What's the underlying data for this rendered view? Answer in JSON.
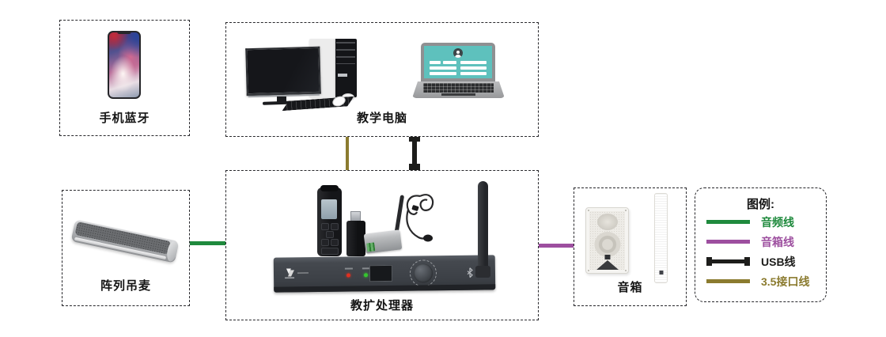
{
  "nodes": {
    "phone": {
      "label": "手机蓝牙"
    },
    "computer": {
      "label": "教学电脑"
    },
    "mic": {
      "label": "阵列吊麦"
    },
    "processor": {
      "label": "教扩处理器"
    },
    "speaker": {
      "label": "音箱"
    }
  },
  "legend": {
    "title": "图例:",
    "items": [
      {
        "label": "音频线",
        "color": "#1f8a3d",
        "style": "solid"
      },
      {
        "label": "音箱线",
        "color": "#9d4f9f",
        "style": "solid"
      },
      {
        "label": "USB线",
        "color": "#1d1d1b",
        "style": "usb-plug-ends"
      },
      {
        "label": "3.5接口线",
        "color": "#8b7b2f",
        "style": "solid"
      }
    ]
  },
  "connections": [
    {
      "from": "教学电脑",
      "to": "教扩处理器",
      "cable": "3.5接口线",
      "color": "#8b7b2f",
      "orientation": "vertical"
    },
    {
      "from": "教学电脑",
      "to": "教扩处理器",
      "cable": "USB线",
      "color": "#1d1d1b",
      "orientation": "vertical"
    },
    {
      "from": "阵列吊麦",
      "to": "教扩处理器",
      "cable": "音频线",
      "color": "#1f8a3d",
      "orientation": "horizontal"
    },
    {
      "from": "教扩处理器",
      "to": "音箱",
      "cable": "音箱线",
      "color": "#9d4f9f",
      "orientation": "horizontal"
    }
  ]
}
